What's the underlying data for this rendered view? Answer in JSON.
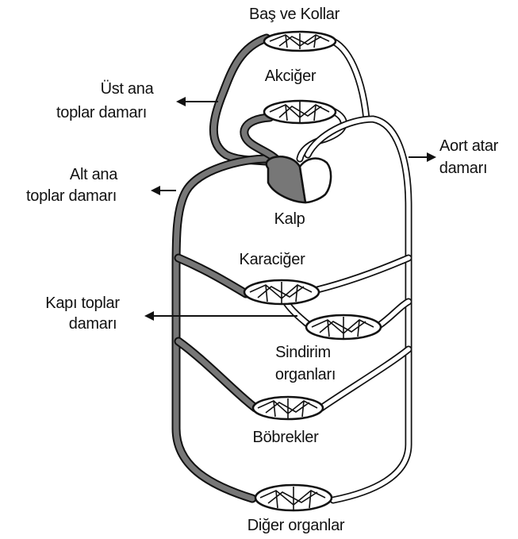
{
  "labels": {
    "head_neck": "Baş ve Kollar",
    "lungs": "Akciğer",
    "superior_vena_cava_1": "Üst ana",
    "superior_vena_cava_2": "toplar damarı",
    "inferior_vena_cava_1": "Alt ana",
    "inferior_vena_cava_2": "toplar damarı",
    "aorta_1": "Aort atar",
    "aorta_2": "damarı",
    "heart": "Kalp",
    "liver": "Karaciğer",
    "portal_vein_1": "Kapı toplar",
    "portal_vein_2": "damarı",
    "digestive_1": "Sindirim",
    "digestive_2": "organları",
    "kidneys": "Böbrekler",
    "other_organs": "Diğer organlar"
  },
  "colors": {
    "venous": "#777777",
    "arterial": "#ffffff",
    "outline": "#111111"
  }
}
